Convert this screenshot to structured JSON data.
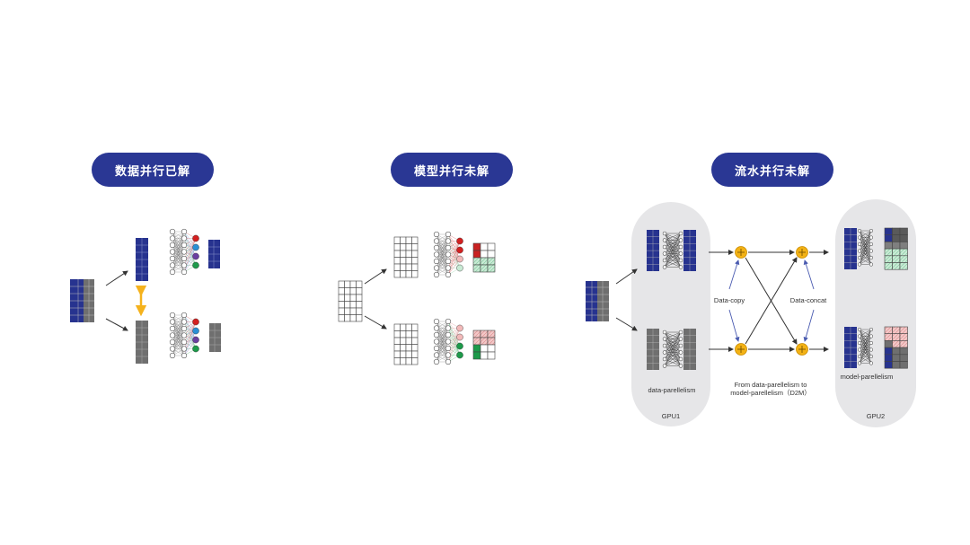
{
  "headings": {
    "data_parallel": "数据并行已解",
    "model_parallel": "模型并行未解",
    "pipeline_parallel": "流水并行未解"
  },
  "pipeline": {
    "gpu1_label": "GPU1",
    "gpu2_label": "GPU2",
    "data_copy": "Data-copy",
    "data_concat": "Data-concat",
    "data_parallelism": "data-parellelism",
    "model_parallelism": "model-parellelism",
    "d2m_line1": "From data-parellelism to",
    "d2m_line2": "model-parellelism（D2M）"
  },
  "colors": {
    "pill": "#2a3794",
    "blue_block": "#27338f",
    "gray_block": "#6f6f6f",
    "red_node": "#d32020",
    "blue_node": "#2a8fd4",
    "purple_node": "#6a3fa0",
    "green_node": "#1d9a4a",
    "arrow_orange": "#f5b21c",
    "gpu_panel": "#e6e6e8"
  }
}
